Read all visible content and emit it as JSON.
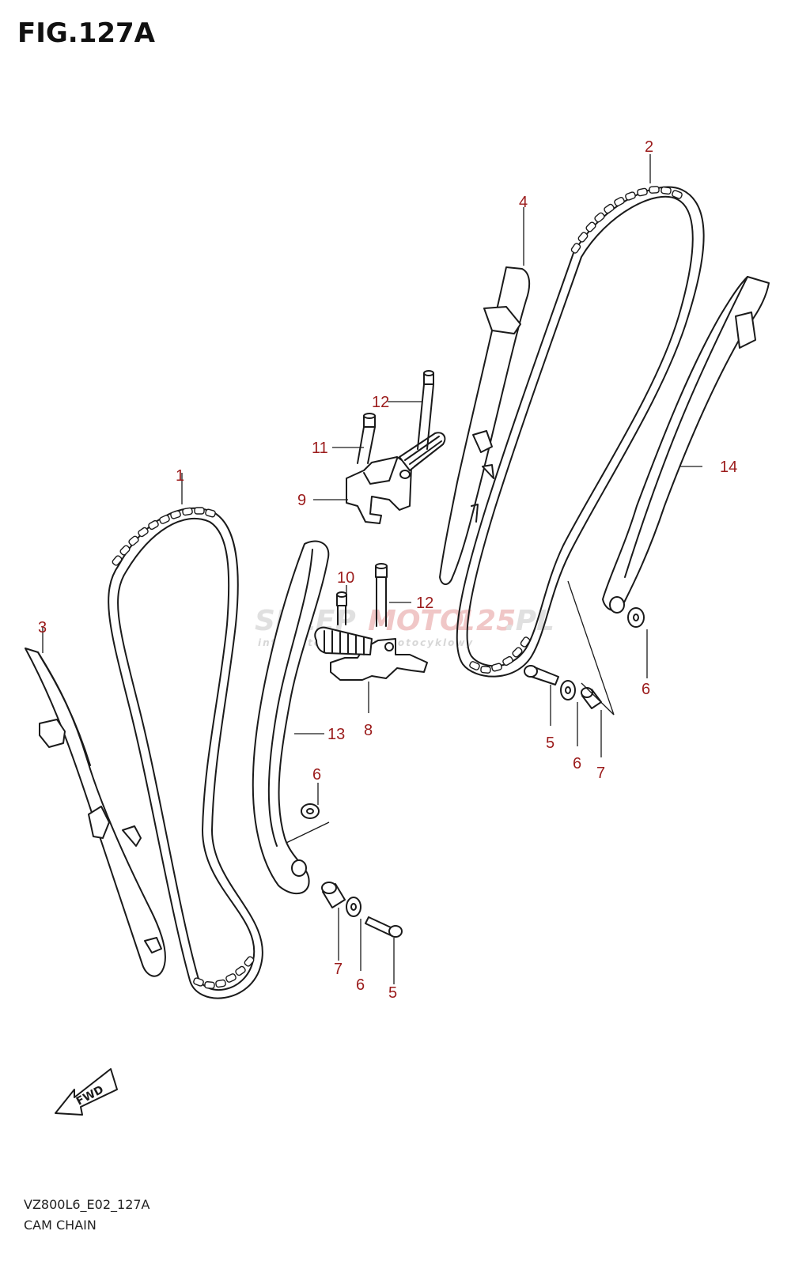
{
  "figure": {
    "title": "FIG.127A",
    "code": "VZ800L6_E02_127A",
    "name": "CAM CHAIN"
  },
  "watermark": {
    "brand_a": "SKLEP",
    "brand_b": "MOTO",
    "brand_c": "125",
    "brand_d": ".PL",
    "tagline": "internetowy sklep motocyklowy"
  },
  "fwd_label": "FWD",
  "callouts": {
    "c1": "1",
    "c2": "2",
    "c3": "3",
    "c4": "4",
    "c5a": "5",
    "c5b": "5",
    "c6a": "6",
    "c6b": "6",
    "c6c": "6",
    "c6d": "6",
    "c7a": "7",
    "c7b": "7",
    "c8": "8",
    "c9": "9",
    "c10": "10",
    "c11": "11",
    "c12a": "12",
    "c12b": "12",
    "c13": "13",
    "c14": "14"
  },
  "colors": {
    "callout": "#9b1b1b",
    "line": "#1a1a1a",
    "watermark_gray": "#c8c8c8",
    "watermark_red": "#e59a9a"
  }
}
